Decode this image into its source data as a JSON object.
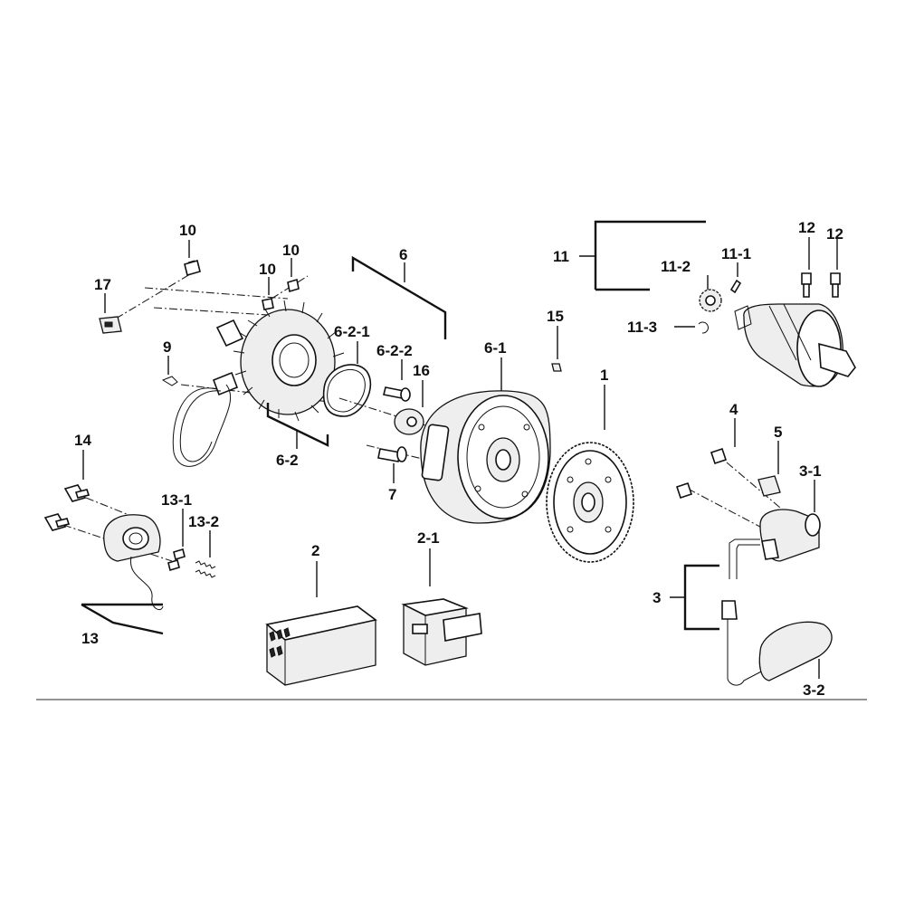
{
  "labels": {
    "p10a": "10",
    "p10b": "10",
    "p10c": "10",
    "p17": "17",
    "p9": "9",
    "p6": "6",
    "p6_2_1": "6-2-1",
    "p6_2_2": "6-2-2",
    "p16": "16",
    "p6_2": "6-2",
    "p6_1": "6-1",
    "p7": "7",
    "p15": "15",
    "p1": "1",
    "p11": "11",
    "p11_2": "11-2",
    "p11_1": "11-1",
    "p11_3": "11-3",
    "p12a": "12",
    "p12b": "12",
    "p4": "4",
    "p5": "5",
    "p3_1": "3-1",
    "p3": "3",
    "p3_2": "3-2",
    "p14": "14",
    "p13_1": "13-1",
    "p13_2": "13-2",
    "p13": "13",
    "p2": "2",
    "p2_1": "2-1"
  }
}
